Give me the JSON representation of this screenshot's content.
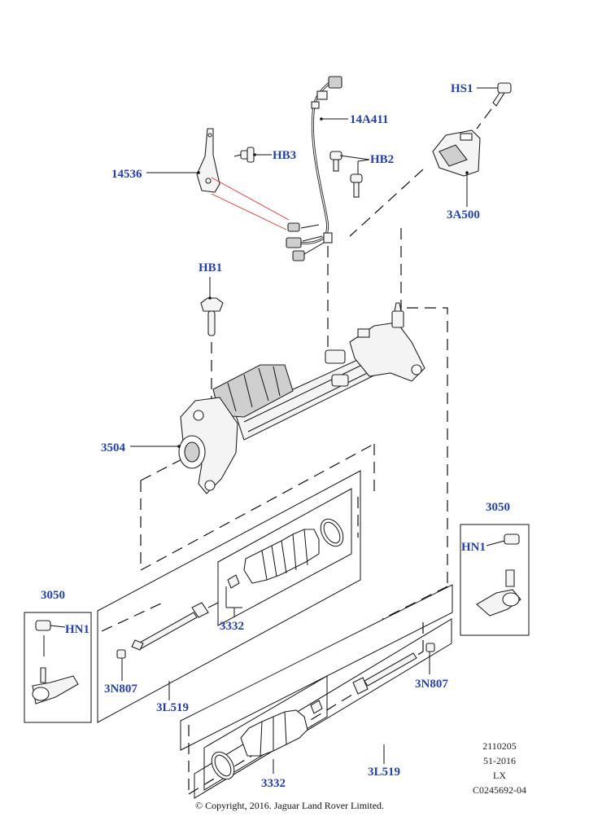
{
  "callouts": {
    "hs1": "HS1",
    "c14a411": "14A411",
    "hb3": "HB3",
    "hb2": "HB2",
    "c14536": "14536",
    "c3a500": "3A500",
    "hb1": "HB1",
    "c3504": "3504",
    "c3050_right": "3050",
    "hn1_right": "HN1",
    "c3050_left": "3050",
    "hn1_left": "HN1",
    "c3332_upper": "3332",
    "c3n807_left": "3N807",
    "c3l519_left": "3L519",
    "c3n807_right": "3N807",
    "c3332_lower": "3332",
    "c3l519_right": "3L519"
  },
  "reference_block": {
    "line1": "2110205",
    "line2": "51-2016",
    "line3": "LX",
    "line4": "C0245692-04"
  },
  "copyright": "© Copyright, 2016. Jaguar Land Rover Limited."
}
